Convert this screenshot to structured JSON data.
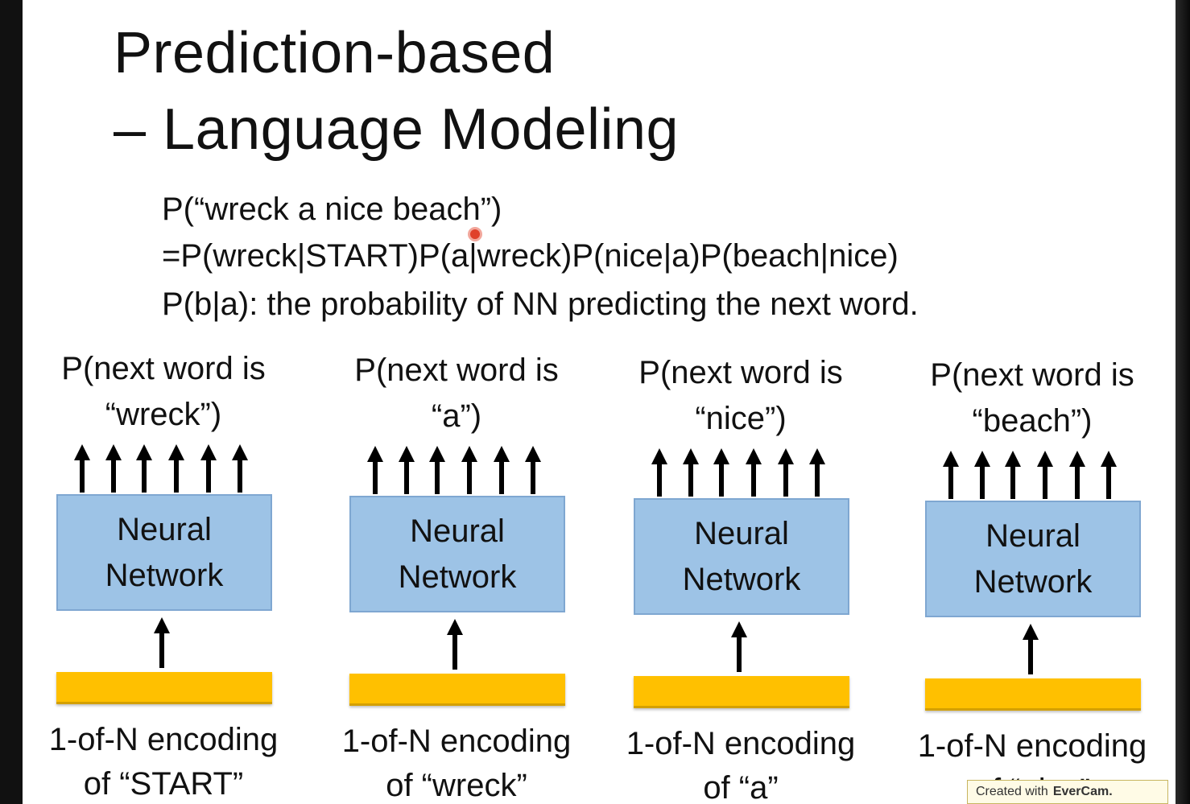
{
  "slide": {
    "title_line1": "Prediction-based",
    "title_line2": "– Language Modeling",
    "formula_line1": "P(“wreck a nice beach”)",
    "formula_line2": "=P(wreck|START)P(a|wreck)P(nice|a)P(beach|nice)",
    "formula_line3": "P(b|a): the probability of NN predicting the next word."
  },
  "diagram": {
    "columns": [
      {
        "output_line1": "P(next word is",
        "output_line2": "“wreck”)",
        "nn_line1": "Neural",
        "nn_line2": "Network",
        "input_line1": "1-of-N encoding",
        "input_line2": "of “START”"
      },
      {
        "output_line1": "P(next word is",
        "output_line2": "“a”)",
        "nn_line1": "Neural",
        "nn_line2": "Network",
        "input_line1": "1-of-N encoding",
        "input_line2": "of “wreck”"
      },
      {
        "output_line1": "P(next word is",
        "output_line2": "“nice”)",
        "nn_line1": "Neural",
        "nn_line2": "Network",
        "input_line1": "1-of-N encoding",
        "input_line2": "of “a”"
      },
      {
        "output_line1": "P(next word is",
        "output_line2": "“beach”)",
        "nn_line1": "Neural",
        "nn_line2": "Network",
        "input_line1": "1-of-N encoding",
        "input_line2": "of “nice”"
      }
    ],
    "colors": {
      "nn_box_fill": "#9dc3e6",
      "nn_box_border": "#7fa7d1",
      "encoding_bar": "#ffc000",
      "arrow": "#000000"
    }
  },
  "watermark": {
    "prefix": "Created with",
    "brand": "EverCam."
  }
}
